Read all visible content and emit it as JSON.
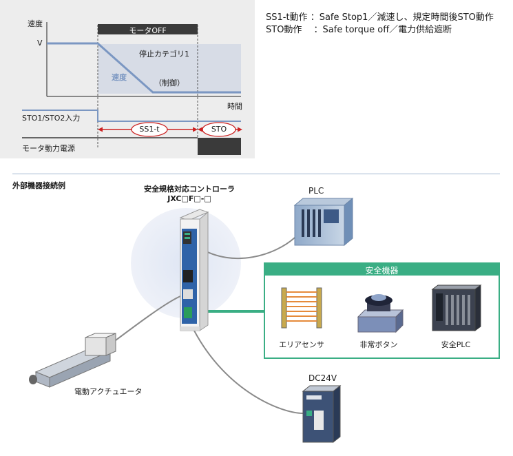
{
  "legend": {
    "line1": "SS1-t動作 ：Safe Stop1／減速し、規定時間後STO動作",
    "line2": "STO動作 　：Safe torque off／電力供給遮断"
  },
  "timing": {
    "y_axis_label": "速度",
    "v_label": "V",
    "time_label": "時間",
    "motor_off_label": "モータOFF",
    "stop_category_label": "停止カテゴリ1",
    "speed_label": "速度",
    "control_label": "（制御）",
    "sto_input_label": "STO1/STO2入力",
    "ss1t_label": "SS1-t",
    "sto_label": "STO",
    "motor_power_label": "モータ動力電源",
    "colors": {
      "speed_line": "#7b97c2",
      "region": "#d7dce6",
      "arrow": "#cc2222",
      "dark_bar": "#3a3a3a"
    }
  },
  "connection": {
    "section_label": "外部機器接続例",
    "controller_title_1": "安全規格対応コントローラ",
    "controller_title_2": "JXC□F□-□",
    "plc_label": "PLC",
    "safety_header": "安全機器",
    "safety_items": [
      "エリアセンサ",
      "非常ボタン",
      "安全PLC"
    ],
    "dc_label": "DC24V",
    "actuator_label": "電動アクチュエータ",
    "colors": {
      "safety_green": "#3aae84",
      "controller_blue": "#2f63a8"
    }
  }
}
